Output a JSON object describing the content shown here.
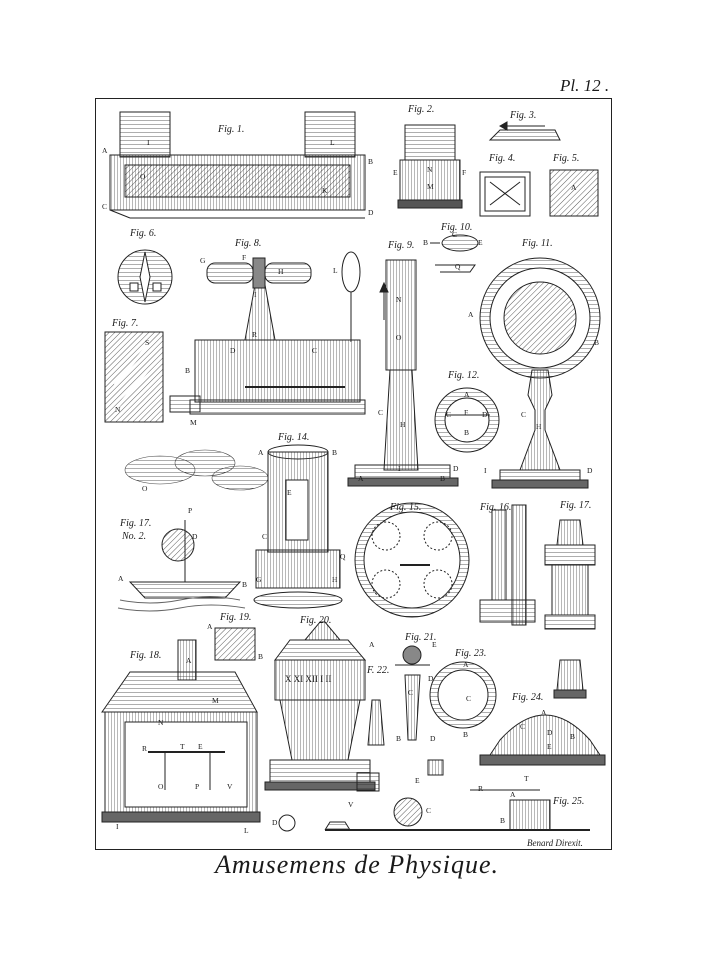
{
  "plate_number": "Pl. 12 .",
  "caption": "Amusemens de Physique.",
  "engraver": "Benard Direxit.",
  "figure_labels": {
    "fig1": "Fig. 1.",
    "fig2": "Fig. 2.",
    "fig3": "Fig. 3.",
    "fig4": "Fig. 4.",
    "fig5": "Fig. 5.",
    "fig6": "Fig. 6.",
    "fig7": "Fig. 7.",
    "fig8": "Fig. 8.",
    "fig9": "Fig. 9.",
    "fig10": "Fig. 10.",
    "fig11": "Fig. 11.",
    "fig12": "Fig. 12.",
    "fig14": "Fig. 14.",
    "fig15": "Fig. 15.",
    "fig16": "Fig. 16.",
    "fig17a": "Fig. 17.",
    "fig17_no2": "No. 2.",
    "fig17b": "Fig. 17.",
    "fig18": "Fig. 18.",
    "fig19": "Fig. 19.",
    "fig20": "Fig. 20.",
    "fig21": "Fig. 21.",
    "fig22": "F. 22.",
    "fig23": "Fig. 23.",
    "fig24": "Fig. 24.",
    "fig25": "Fig. 25."
  },
  "dial_numerals": "X XI XII I II",
  "letters": {
    "f1_I": "I",
    "f1_L": "L",
    "f1_A": "A",
    "f1_B": "B",
    "f1_C": "C",
    "f1_D": "D",
    "f1_K": "K",
    "f1_O": "O",
    "f2_N": "N",
    "f2_M": "M",
    "f2_E": "E",
    "f2_F": "F",
    "f5_A": "A",
    "f8_G": "G",
    "f8_F": "F",
    "f8_H": "H",
    "f8_I": "I",
    "f8_R": "R",
    "f8_D": "D",
    "f8_C": "C",
    "f8_B": "B",
    "f8_M": "M",
    "f8_L": "L",
    "f7_S": "S",
    "f7_N": "N",
    "f9_N": "N",
    "f9_O": "O",
    "f9_C": "C",
    "f9_H": "H",
    "f9_A": "A",
    "f9_B": "B",
    "f9_D": "D",
    "f9_I": "I",
    "f10_B": "B",
    "f10_C": "C",
    "f10_E": "E",
    "f10_Q": "Q",
    "f11_A": "A",
    "f11_B": "B",
    "f11_C": "C",
    "f11_H": "H",
    "f11_I": "I",
    "f11_D": "D",
    "f12_A": "A",
    "f12_C": "C",
    "f12_F": "F",
    "f12_D": "D",
    "f12_B": "B",
    "f14_A": "A",
    "f14_B": "B",
    "f14_E": "E",
    "f14_G": "G",
    "f14_H": "H",
    "f14_Q": "Q",
    "f14_C": "C",
    "f17_P": "P",
    "f17_A": "A",
    "f17_B": "B",
    "f17_D": "D",
    "f17_O": "O",
    "f18_A": "A",
    "f18_M": "M",
    "f18_N": "N",
    "f18_R": "R",
    "f18_T": "T",
    "f18_E": "E",
    "f18_O": "O",
    "f18_P": "P",
    "f18_V": "V",
    "f18_I": "I",
    "f18_L": "L",
    "f19_A": "A",
    "f19_B": "B",
    "f21_A": "A",
    "f21_E": "E",
    "f21_C": "C",
    "f21_D": "D",
    "f21_B": "B",
    "f23_A": "A",
    "f23_D": "D",
    "f23_C": "C",
    "f23_B": "B",
    "f24_A": "A",
    "f24_B": "B",
    "f24_C": "C",
    "f24_E": "E",
    "f24_D": "D",
    "f25_T": "T",
    "f25_R": "R",
    "f25_A": "A",
    "f25_B": "B",
    "f25_C": "C",
    "f25_V": "V",
    "f25_D": "D",
    "f25_E": "E"
  }
}
